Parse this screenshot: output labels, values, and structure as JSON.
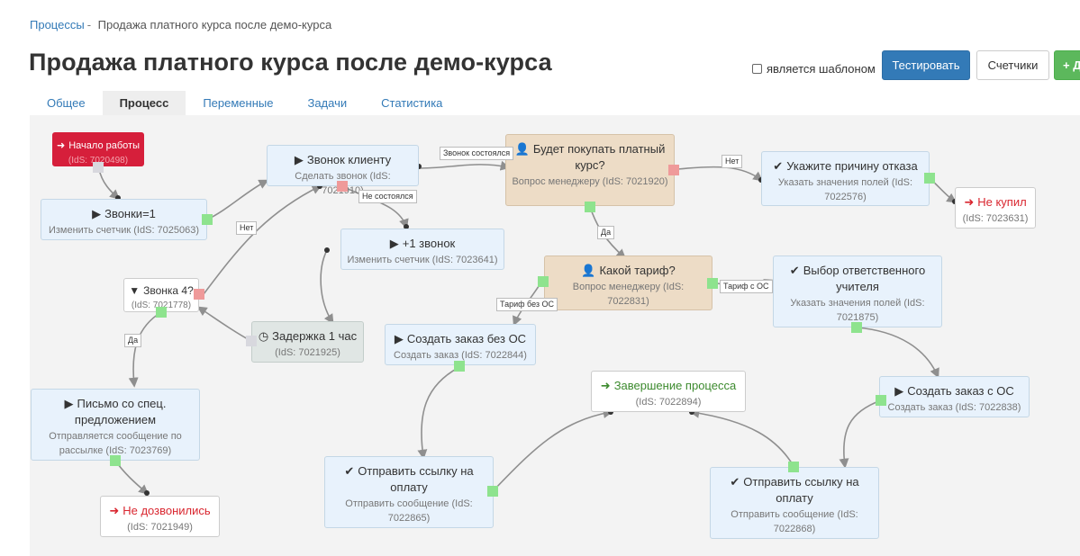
{
  "breadcrumb": {
    "root": "Процессы",
    "separator": "-",
    "current": "Продажа платного курса после демо-курса"
  },
  "page_title": "Продажа платного курса после демо-курса",
  "template_checkbox": {
    "label": "является шаблоном",
    "checked": false
  },
  "buttons": {
    "test": "Тестировать",
    "counters": "Счетчики",
    "add": "+ Д"
  },
  "tabs": [
    {
      "label": "Общее",
      "active": false
    },
    {
      "label": "Процесс",
      "active": true
    },
    {
      "label": "Переменные",
      "active": false
    },
    {
      "label": "Задачи",
      "active": false
    },
    {
      "label": "Статистика",
      "active": false
    }
  ],
  "colors": {
    "accent": "#337ab7",
    "start_node": "#d61f3b",
    "task_node": "#e8f2fc",
    "question_node": "#eddcc6",
    "port_yes": "#8ee38e",
    "port_no": "#ef9a9a"
  },
  "nodes": {
    "start": {
      "icon": "sign-in-icon",
      "title": "Начало работы",
      "sub": "(IdS: 7020498)"
    },
    "calls1": {
      "icon": "play-icon",
      "title": "Звонки=1",
      "sub": "Изменить счетчик (IdS: 7025063)"
    },
    "call_client": {
      "icon": "play-icon",
      "title": "Звонок клиенту",
      "sub": "Сделать звонок (IdS: 7021910)"
    },
    "will_buy": {
      "icon": "user-icon",
      "title": "Будет покупать платный курс?",
      "sub": "Вопрос менеджеру (IdS: 7021920)"
    },
    "reason": {
      "icon": "check-icon",
      "title": "Укажите причину отказа",
      "sub": "Указать значения полей (IdS: 7022576)"
    },
    "not_bought": {
      "icon": "sign-out-icon",
      "title": "Не купил",
      "sub": "(IdS: 7023631)"
    },
    "plus_call": {
      "icon": "play-icon",
      "title": "+1 звонок",
      "sub": "Изменить счетчик (IdS: 7023641)"
    },
    "calls4": {
      "icon": "filter-icon",
      "title": "Звонка 4?",
      "sub": "(IdS: 7021778)"
    },
    "delay": {
      "icon": "clock-icon",
      "title": "Задержка 1 час",
      "sub": "(IdS: 7021925)"
    },
    "tariff": {
      "icon": "user-icon",
      "title": "Какой тариф?",
      "sub": "Вопрос менеджеру (IdS: 7022831)"
    },
    "teacher": {
      "icon": "check-icon",
      "title": "Выбор ответственного учителя",
      "sub": "Указать значения полей (IdS: 7021875)"
    },
    "order_no_os": {
      "icon": "play-icon",
      "title": "Создать заказ без ОС",
      "sub": "Создать заказ (IdS: 7022844)"
    },
    "finish": {
      "icon": "sign-out-icon",
      "title": "Завершение процесса",
      "sub": "(IdS: 7022894)"
    },
    "order_os": {
      "icon": "play-icon",
      "title": "Создать заказ с ОС",
      "sub": "Создать заказ (IdS: 7022838)"
    },
    "letter": {
      "icon": "play-icon",
      "title": "Письмо со спец. предложением",
      "sub": "Отправляется сообщение по рассылке (IdS: 7023769)"
    },
    "not_reached": {
      "icon": "sign-out-icon",
      "title": "Не дозвонились",
      "sub": "(IdS: 7021949)"
    },
    "pay_link1": {
      "icon": "check-icon",
      "title": "Отправить ссылку на оплату",
      "sub": "Отправить сообщение (IdS: 7022865)"
    },
    "pay_link2": {
      "icon": "check-icon",
      "title": "Отправить ссылку на оплату",
      "sub": "Отправить сообщение (IdS: 7022868)"
    }
  },
  "edge_labels": {
    "call_ok": "Звонок состоялся",
    "call_fail": "Не состоялся",
    "no": "Нет",
    "no2": "Нет",
    "yes": "Да",
    "yes2": "Да",
    "tariff_os": "Тариф с ОС",
    "tariff_no_os": "Тариф без ОС"
  }
}
